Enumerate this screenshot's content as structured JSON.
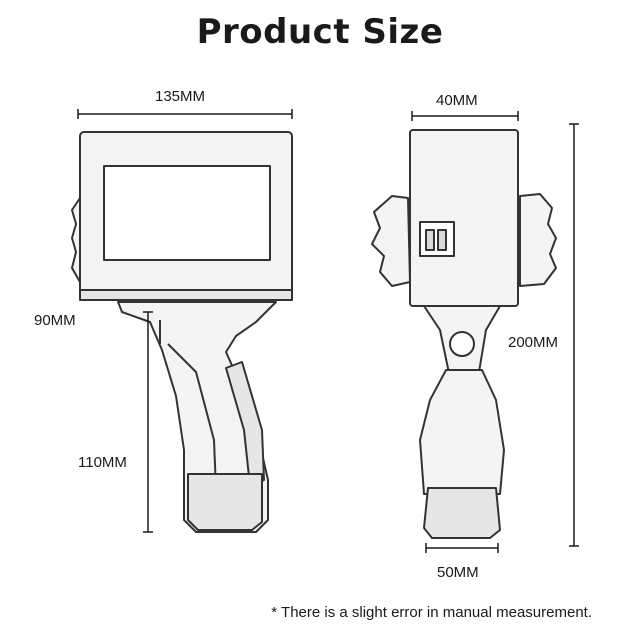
{
  "title": "Product Size",
  "dimensions": {
    "front_width": "135MM",
    "side_width": "40MM",
    "head_height": "90MM",
    "handle_height": "110MM",
    "total_height": "200MM",
    "base_width": "50MM"
  },
  "note": "* There is a slight error in manual measurement.",
  "colors": {
    "line": "#333333",
    "fill": "#f4f4f4",
    "shade": "#d9d9d9"
  }
}
